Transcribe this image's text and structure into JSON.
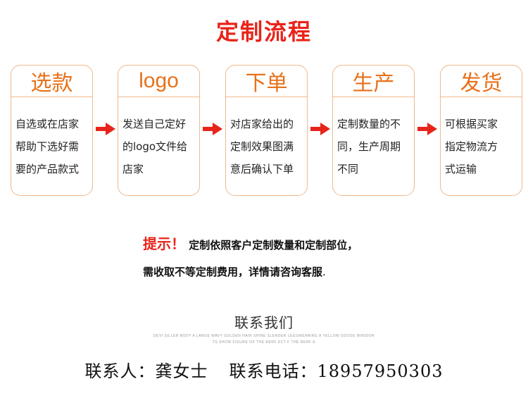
{
  "title": "定制流程",
  "steps": [
    {
      "head": "选款",
      "lines": [
        "自选或在店家",
        "帮助下选好需",
        "要的产品款式"
      ]
    },
    {
      "head": "logo",
      "lines": [
        "发送自己定好",
        "的logo文件给",
        "店家"
      ]
    },
    {
      "head": "下单",
      "lines": [
        "对店家给出的",
        "定制效果图满",
        "意后确认下单"
      ]
    },
    {
      "head": "生产",
      "lines": [
        "定制数量的不",
        "同，生产周期",
        "不同"
      ]
    },
    {
      "head": "发货",
      "lines": [
        "可根据买家",
        "指定物流方",
        "式运输"
      ]
    }
  ],
  "notice": {
    "tip": "提示！",
    "line1": "定制依照客户定制数量和定制部位，",
    "line2": "需收取不等定制费用，详情请咨询客服",
    "end": "."
  },
  "contact": {
    "heading": "联系我们",
    "small_line1": "DEVI SILLER BODY A LARGE WAVY GOLDEN HAIR SHINE SLENDER LEGSWEARING A YELLOW GOOSE MINIDOR",
    "small_line2": "TS SHOW FIGURE OF THE RERF ECT F THE RERF E",
    "person": "联系人：龚女士",
    "phone": "联系电话：18957950303"
  },
  "colors": {
    "title": "#e8241a",
    "card_head": "#e8711a",
    "card_border": "#f0b98c",
    "arrow": "#e8241a"
  }
}
